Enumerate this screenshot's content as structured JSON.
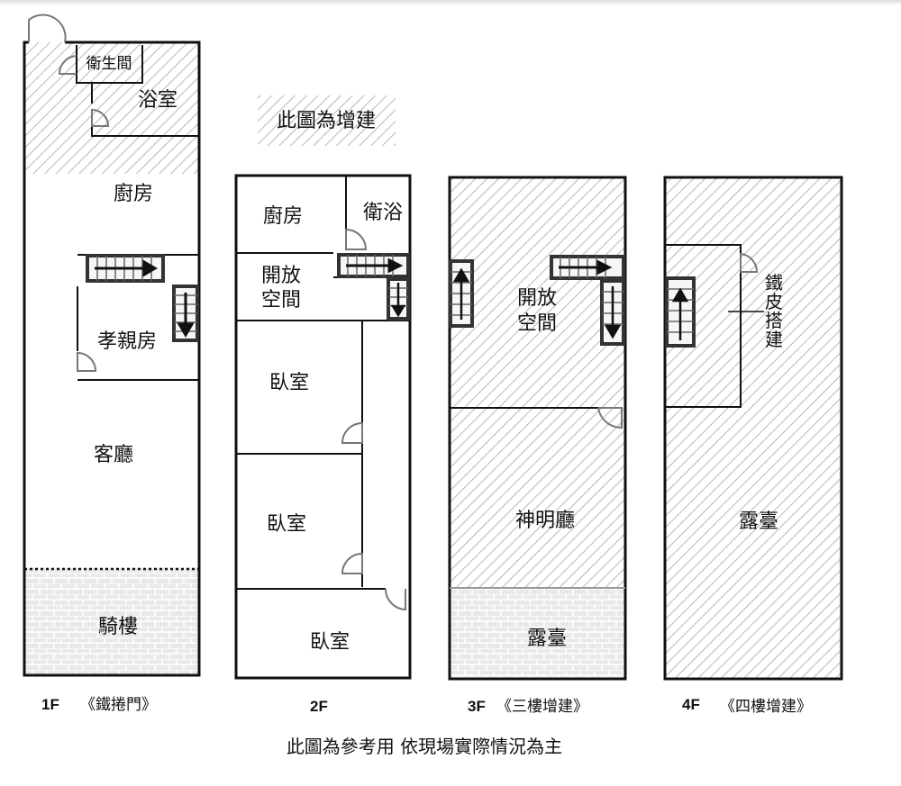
{
  "legend": {
    "label": "此圖為增建"
  },
  "floors": [
    {
      "level": "1F",
      "note": "《鐵捲門》",
      "rooms": [
        "衛生間",
        "浴室",
        "廚房",
        "孝親房",
        "客廳",
        "騎樓"
      ]
    },
    {
      "level": "2F",
      "note": "",
      "rooms": [
        "廚房",
        "衛浴",
        "開放",
        "空間",
        "臥室",
        "臥室",
        "臥室"
      ]
    },
    {
      "level": "3F",
      "note": "《三樓增建》",
      "rooms": [
        "開放",
        "空間",
        "神明廳",
        "露臺"
      ]
    },
    {
      "level": "4F",
      "note": "《四樓增建》",
      "rooms": [
        "鐵",
        "皮",
        "搭",
        "建",
        "露臺"
      ]
    }
  ],
  "footer": "此圖為參考用  依現場實際情況為主",
  "colors": {
    "hatch": "#c8c8c8",
    "wall": "#111111",
    "door": "#777777",
    "stair": "#333333"
  }
}
